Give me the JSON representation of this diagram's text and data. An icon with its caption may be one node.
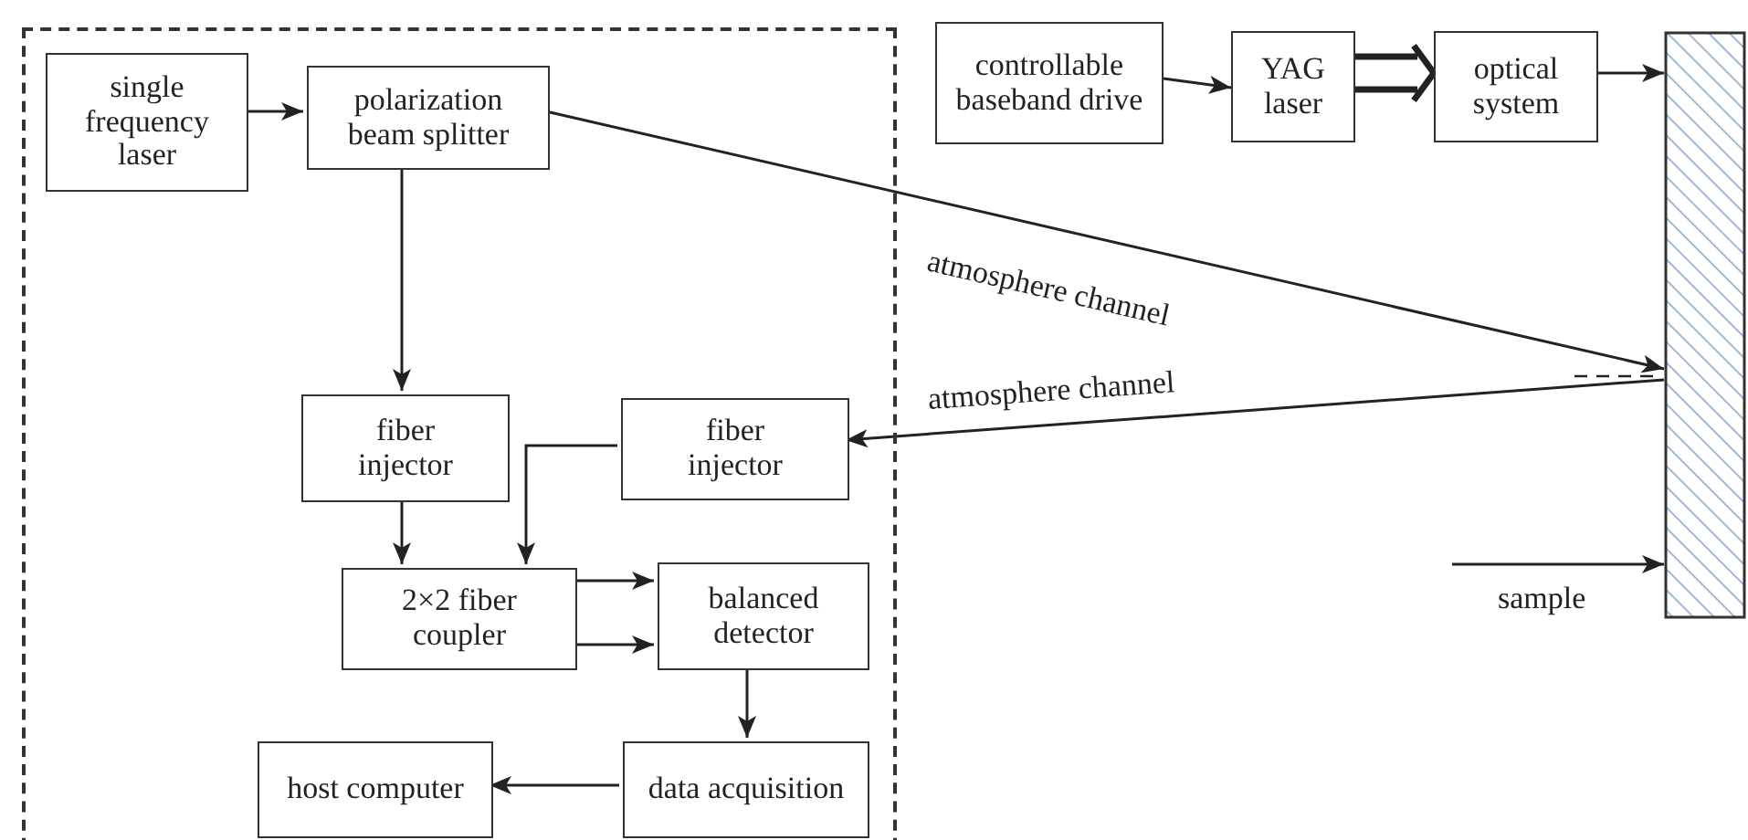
{
  "diagram": {
    "nodes": [
      {
        "text": [],
        "shape": "box"
      },
      {
        "text": [
          "single frequency laser"
        ],
        "in": 0
      },
      {
        "text": [
          "polarization beam splitter"
        ],
        "in": 0
      },
      {
        "text": [
          "fiber injector"
        ],
        "in": 0
      },
      {
        "text": [
          "fiber injector"
        ],
        "in": 0
      },
      {
        "text": [
          "2×2 fiber coupler"
        ],
        "in": 0
      },
      {
        "text": [
          "balanced detector"
        ],
        "in": 0
      },
      {
        "text": [
          "data acquisition"
        ],
        "in": 0
      },
      {
        "text": [
          "host computer"
        ],
        "in": 0
      },
      {
        "text": [
          "controllable baseband drive"
        ]
      },
      {
        "text": [
          "YAG laser"
        ]
      },
      {
        "text": [
          "optical system"
        ]
      },
      {
        "text": [],
        "shape": "box"
      }
    ],
    "edges": [
      {
        "from": 1,
        "to": 2,
        "arrow": "to"
      },
      {
        "from": 2,
        "to": 3,
        "arrow": "to"
      },
      {
        "from": 2,
        "to": 12,
        "arrow": "to",
        "label": "atmosphere channel"
      },
      {
        "from": 12,
        "to": 4,
        "arrow": "to",
        "label": "atmosphere channel"
      },
      {
        "from": 3,
        "to": 5,
        "arrow": "to"
      },
      {
        "from": 4,
        "to": 5,
        "arrow": "to"
      },
      {
        "from": 5,
        "to": 6,
        "arrow": "to"
      },
      {
        "from": 5,
        "to": 6,
        "arrow": "to"
      },
      {
        "from": 6,
        "to": 7,
        "arrow": "to"
      },
      {
        "from": 7,
        "to": 8,
        "arrow": "to"
      },
      {
        "from": 9,
        "to": 10,
        "arrow": "to"
      },
      {
        "from": 10,
        "to": 11,
        "arrow": "to",
        "style": "thick"
      },
      {
        "from": 11,
        "to": 12,
        "arrow": "to"
      },
      {
        "from": null,
        "to": 12,
        "arrow": "to",
        "label": "sample"
      }
    ]
  }
}
